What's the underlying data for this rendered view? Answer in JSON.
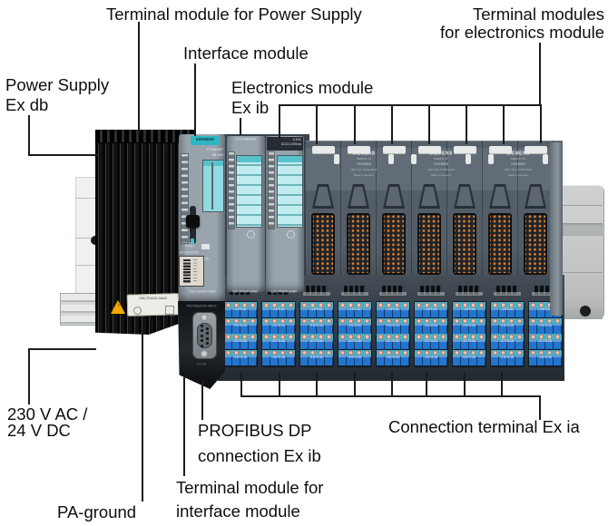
{
  "figure": {
    "callouts": {
      "terminal_module_power_supply": "Terminal module for Power Supply",
      "terminal_modules_electronics": [
        "Terminal modules",
        "for electronics module"
      ],
      "interface_module": "Interface module",
      "power_supply": [
        "Power Supply",
        "Ex db"
      ],
      "electronics_module": [
        "Electronics module",
        "Ex ib"
      ],
      "voltage": [
        "230 V AC /",
        "24 V DC"
      ],
      "pa_ground": "PA-ground",
      "terminal_module_interface": [
        "Terminal module for",
        "interface module"
      ],
      "profibus_dp": [
        "PROFIBUS DP",
        "connection Ex ib"
      ],
      "connection_terminal": "Connection terminal Ex ia"
    }
  },
  "device": {
    "brand": "SIEMENS",
    "interface_module": {
      "logo": "SIEMENS",
      "model": "ET200iSP",
      "model2": "IM 152",
      "push": "PUSH",
      "dp_address": "DP ADDRESS",
      "on": "ON",
      "order_no": "152-1AA00-0AB0"
    },
    "profibus_port": {
      "label": "PROFIBUS RS 485-iS",
      "designator": "X1 DP"
    },
    "di_module": {
      "name": "8 DI NAMUR",
      "order_no": "131-7RF00-0AB0"
    },
    "do_module": {
      "name": "4 DO",
      "rating": "DC23,1V/20mA",
      "order_no": "132-7RD00-0AB0"
    },
    "terminal_module": {
      "brand": "SIEMENS",
      "family": "SIMATIC S7",
      "type": "TM-EM/EM",
      "order_no": "6ES7 193-7CA00-0AA0",
      "origin": "Made in Germany",
      "count": 3
    },
    "power_supply_label": {
      "order_no": "138-7EA00-0AA0",
      "warning": "!"
    },
    "terminal_rows": [
      "1 5 9 13",
      "2 6 10 14",
      "3 7 11 15",
      "4 8 12 16"
    ],
    "terminal_block_count": 9,
    "empty_slot_count": 7
  },
  "colors": {
    "accent_teal": "#2fb6c4",
    "window_cyan": "#8edce2",
    "module_gray": "#98a2aa",
    "terminal_dark": "#58626c",
    "terminal_blue": "#2374cc",
    "terminal_strip_cyan": "#3fb6cc",
    "screw_pink": "#e8a494",
    "heatsink_black": "#111111",
    "rail_gray": "#c6c9c7",
    "warning_yellow": "#f2a800",
    "socket_pin_orange": "#e07f2e"
  }
}
